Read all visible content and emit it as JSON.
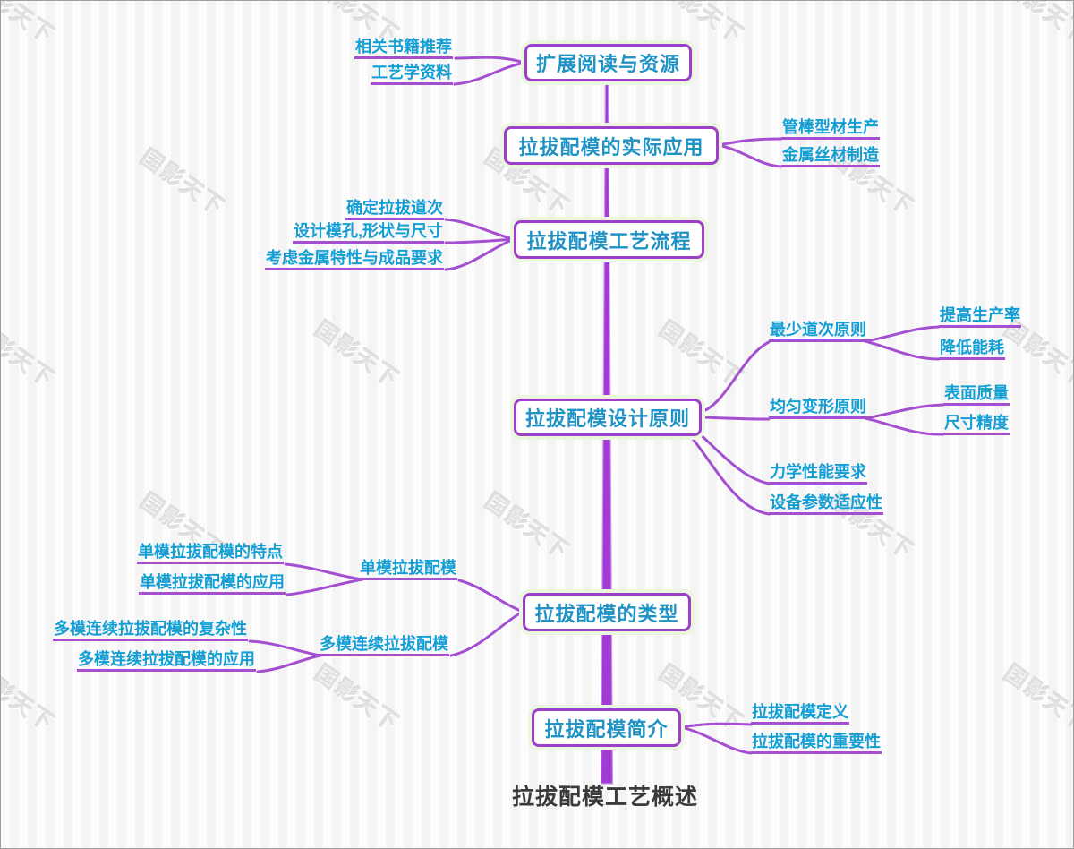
{
  "title": "拉拔配模工艺概述",
  "watermark_text": "国影天下",
  "colors": {
    "line_purple": "#a44fd0",
    "trunk_purple": "#a43ad6",
    "node_border": "#9d3fc9",
    "node_glow": "#eaf6de",
    "node_text": "#2093c4",
    "branch_text": "#139ed4",
    "title_text": "#3b3b3b"
  },
  "nodes": {
    "reading": {
      "label": "扩展阅读与资源",
      "children": [
        "相关书籍推荐",
        "工艺学资料"
      ]
    },
    "application": {
      "label": "拉拔配模的实际应用",
      "children": [
        "管棒型材生产",
        "金属丝材制造"
      ]
    },
    "process": {
      "label": "拉拔配模工艺流程",
      "children": [
        "确定拉拔道次",
        "设计模孔,形状与尺寸",
        "考虑金属特性与成品要求"
      ]
    },
    "principles": {
      "label": "拉拔配模设计原则",
      "children": [
        {
          "label": "最少道次原则",
          "children": [
            "提高生产率",
            "降低能耗"
          ]
        },
        {
          "label": "均匀变形原则",
          "children": [
            "表面质量",
            "尺寸精度"
          ]
        },
        {
          "label": "力学性能要求"
        },
        {
          "label": "设备参数适应性"
        }
      ]
    },
    "types": {
      "label": "拉拔配模的类型",
      "children": [
        {
          "label": "单模拉拔配模",
          "children": [
            "单模拉拔配模的特点",
            "单模拉拔配模的应用"
          ]
        },
        {
          "label": "多模连续拉拔配模",
          "children": [
            "多模连续拉拔配模的复杂性",
            "多模连续拉拔配模的应用"
          ]
        }
      ]
    },
    "intro": {
      "label": "拉拔配模简介",
      "children": [
        "拉拔配模定义",
        "拉拔配模的重要性"
      ]
    }
  }
}
